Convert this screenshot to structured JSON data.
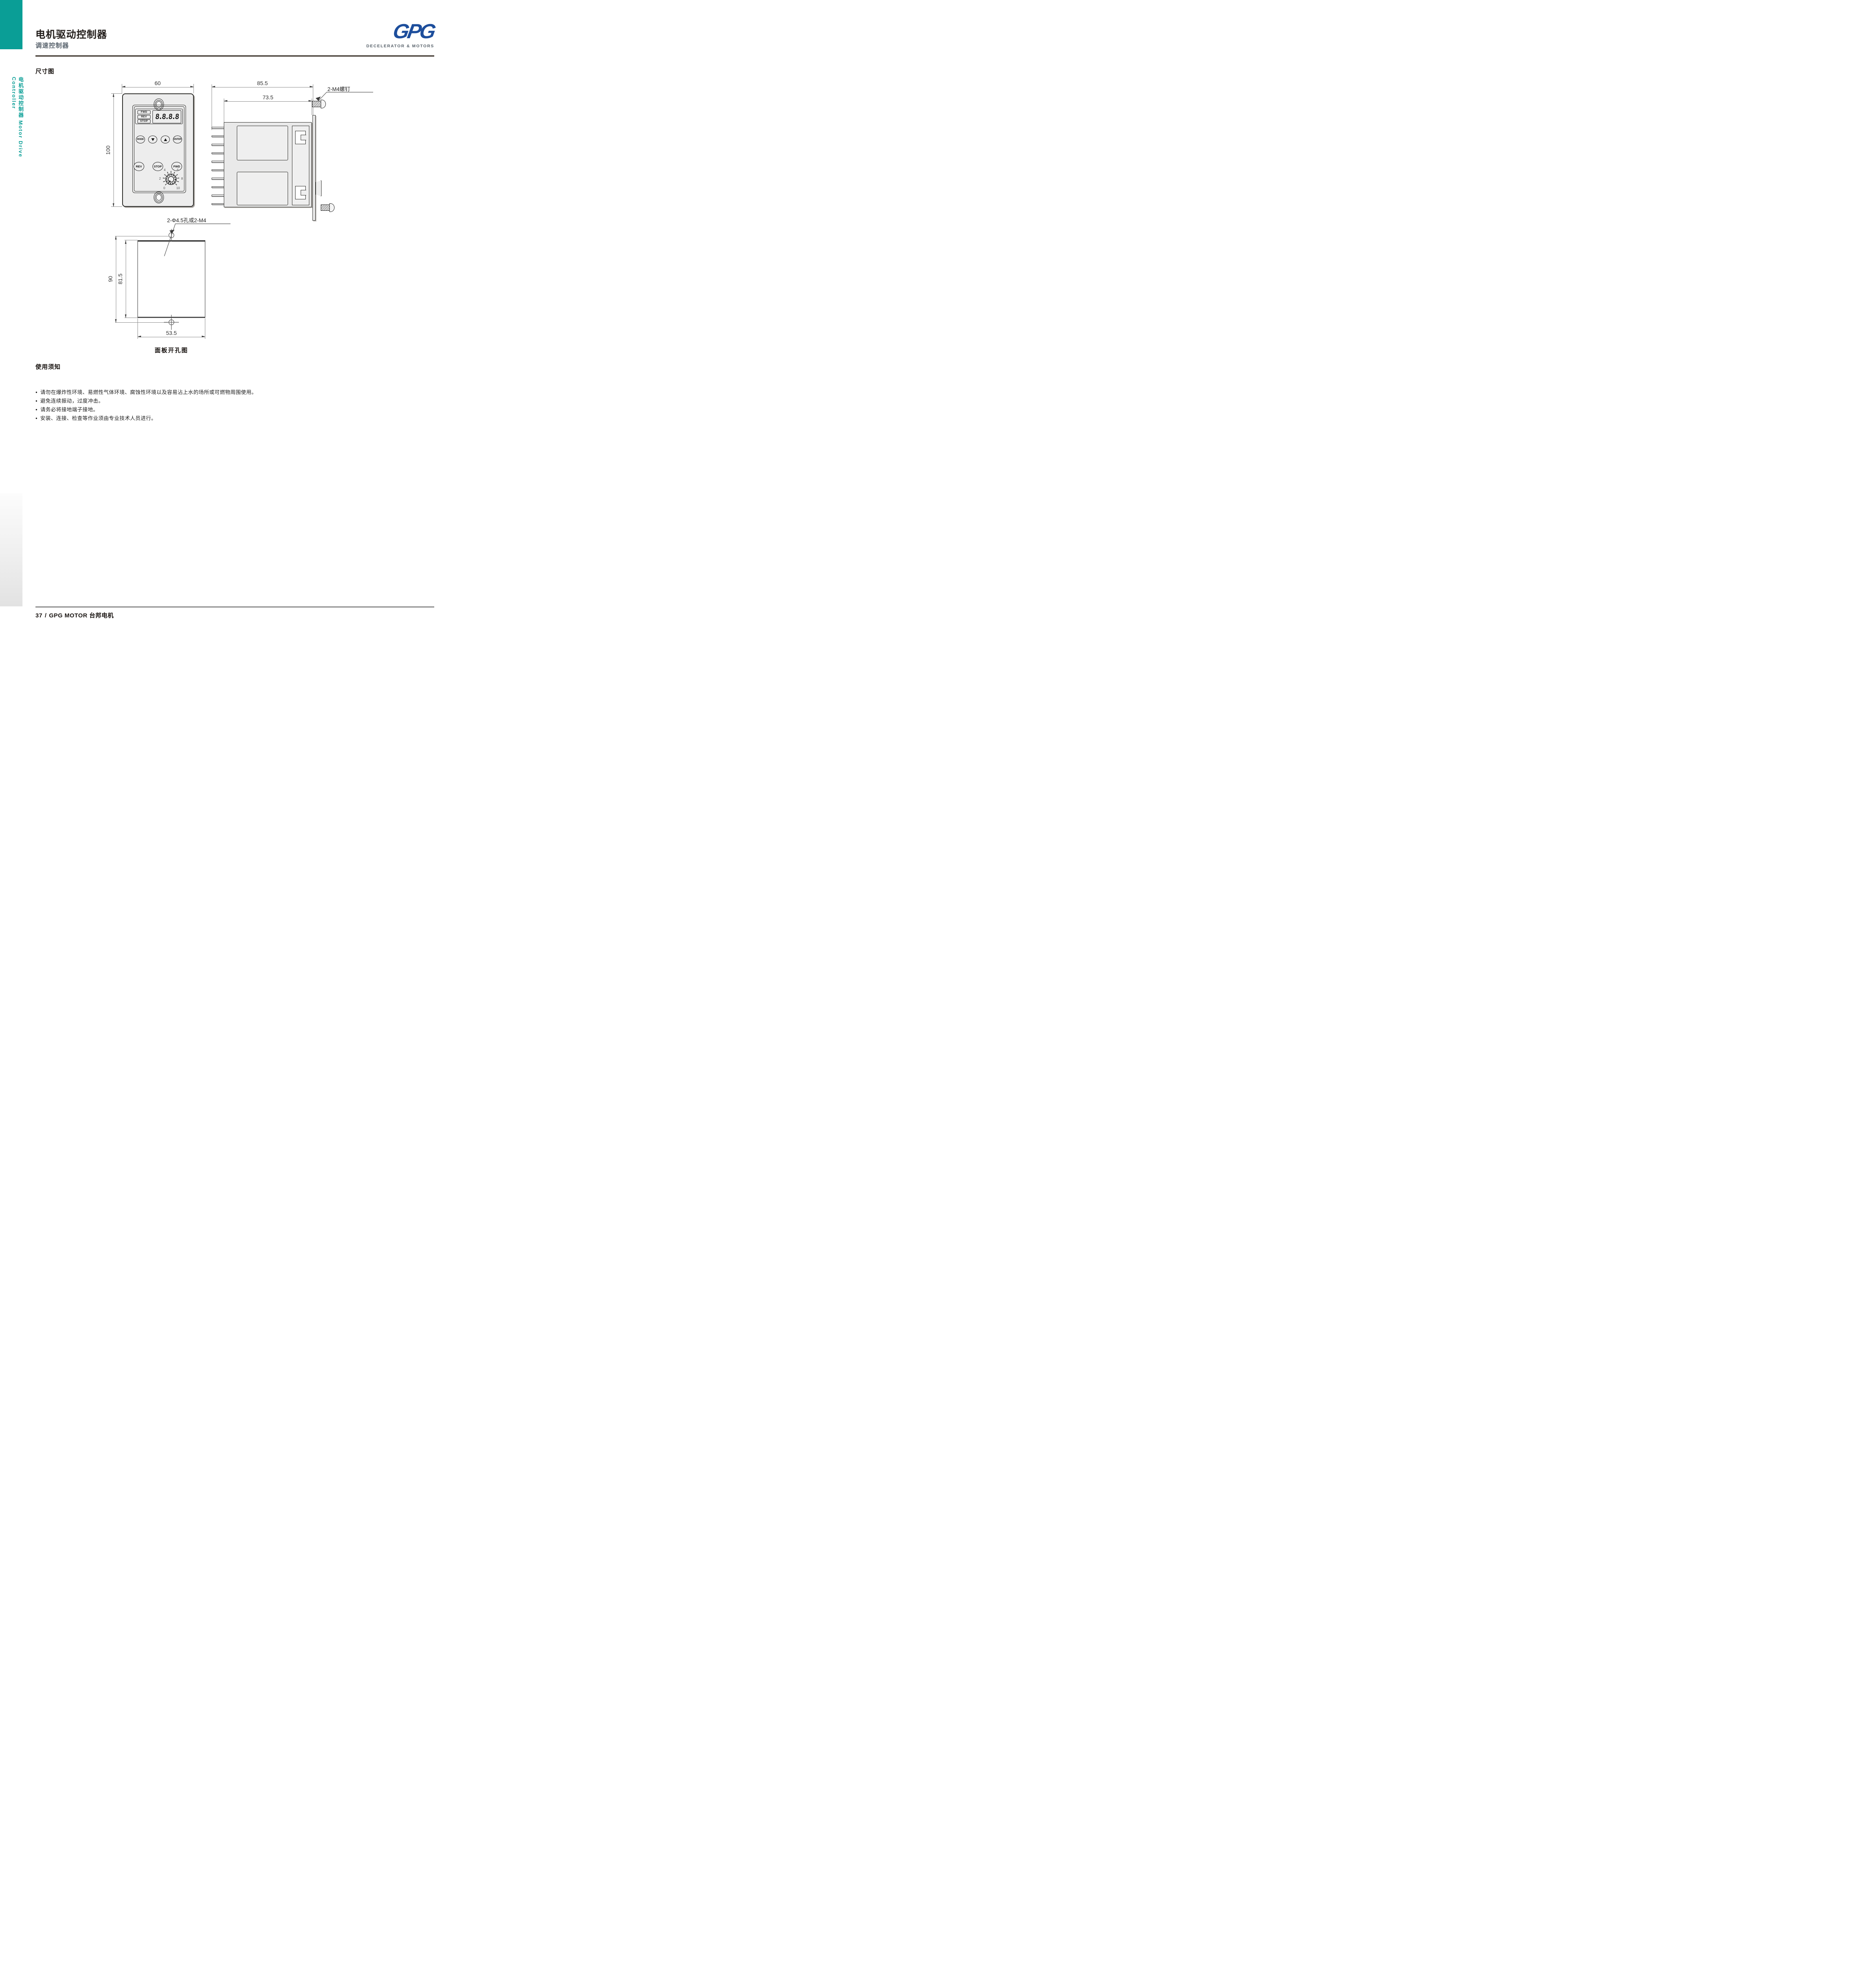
{
  "header": {
    "title": "电机驱动控制器",
    "subtitle": "调速控制器",
    "logo_text": "GPG",
    "logo_tagline": "DECELERATOR & MOTORS",
    "accent_teal": "#0a9e96",
    "logo_blue": "#1d4e9c"
  },
  "sidebar": {
    "vertical_text": "电机驱动控制器 Motor Drive Controller"
  },
  "sections": {
    "dimensions_title": "尺寸图",
    "notes_title": "使用须知"
  },
  "front_view": {
    "dim_width": "60",
    "dim_height": "100",
    "indicators": [
      "FWD",
      "REV",
      "STOP"
    ],
    "display_digits": "8.8.8.8",
    "buttons_row1": [
      "MODE",
      "ENTER"
    ],
    "buttons_row2": [
      "REV",
      "STOP",
      "FWD"
    ],
    "knob_labels": [
      "0",
      "2",
      "4",
      "6",
      "8",
      "10"
    ]
  },
  "side_view": {
    "dim_outer": "85.5",
    "dim_inner": "73.5",
    "screw_label": "2-M4螺钉"
  },
  "cutout_view": {
    "hole_label": "2-Φ4.5孔或2-M4",
    "dim_outer": "90",
    "dim_inner": "81.5",
    "dim_width": "53.5",
    "caption": "面板开孔图"
  },
  "notes": {
    "items": [
      "请勿在爆炸性环境、易燃性气体环境、腐蚀性环境以及容易沾上水的场所或可燃物周围使用。",
      "避免连续振动，过度冲击。",
      "请务必将接地端子接地。",
      "安装、连接、检查等作业须由专业技术人员进行。"
    ]
  },
  "footer": {
    "page_number": "37",
    "divider": "/",
    "brand": "GPG MOTOR 台邦电机"
  }
}
